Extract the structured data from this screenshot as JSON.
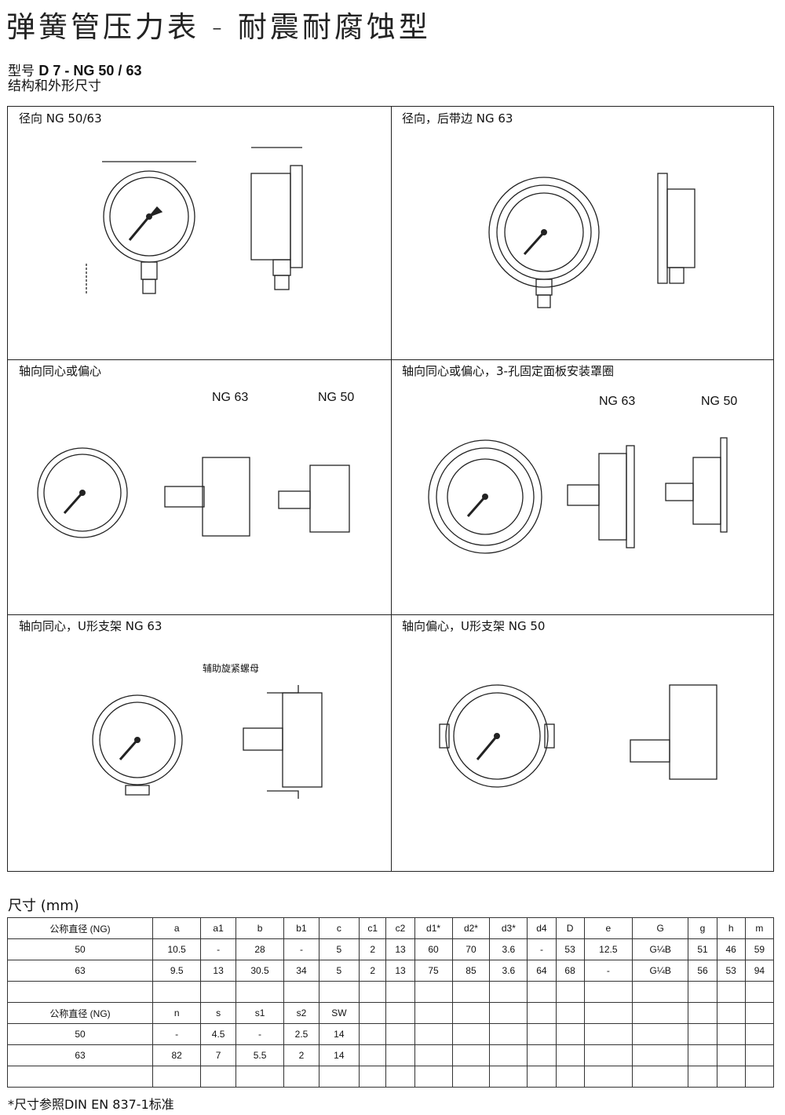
{
  "title": "弹簧管压力表 - 耐震耐腐蚀型",
  "model_prefix": "型号",
  "model_code": "D 7 - NG 50 / 63",
  "subtitle": "结构和外形尺寸",
  "panels": [
    {
      "caption": "径向 NG 50/63"
    },
    {
      "caption": "径向，后带边 NG 63"
    },
    {
      "caption": "轴向同心或偏心",
      "labels": [
        "NG 63",
        "NG 50"
      ]
    },
    {
      "caption": "轴向同心或偏心，3-孔固定面板安装罩圈",
      "labels": [
        "NG 63",
        "NG 50"
      ]
    },
    {
      "caption": "轴向同心，U形支架  NG 63",
      "aux_label": "辅助旋紧螺母"
    },
    {
      "caption": "轴向偏心，U形支架 NG 50"
    }
  ],
  "dims_heading": "尺寸 (mm)",
  "table1": {
    "header": [
      "公称直径 (NG)",
      "a",
      "a1",
      "b",
      "b1",
      "c",
      "c1",
      "c2",
      "d1*",
      "d2*",
      "d3*",
      "d4",
      "D",
      "e",
      "G",
      "g",
      "h",
      "m"
    ],
    "rows": [
      [
        "50",
        "10.5",
        "-",
        "28",
        "-",
        "5",
        "2",
        "13",
        "60",
        "70",
        "3.6",
        "-",
        "53",
        "12.5",
        "G¼B",
        "51",
        "46",
        "59"
      ],
      [
        "63",
        "9.5",
        "13",
        "30.5",
        "34",
        "5",
        "2",
        "13",
        "75",
        "85",
        "3.6",
        "64",
        "68",
        "-",
        "G¼B",
        "56",
        "53",
        "94"
      ]
    ]
  },
  "table2": {
    "header": [
      "公称直径 (NG)",
      "n",
      "s",
      "s1",
      "s2",
      "SW"
    ],
    "rows": [
      [
        "50",
        "-",
        "4.5",
        "-",
        "2.5",
        "14"
      ],
      [
        "63",
        "82",
        "7",
        "5.5",
        "2",
        "14"
      ]
    ]
  },
  "footnote": "*尺寸参照DIN EN 837-1标准"
}
